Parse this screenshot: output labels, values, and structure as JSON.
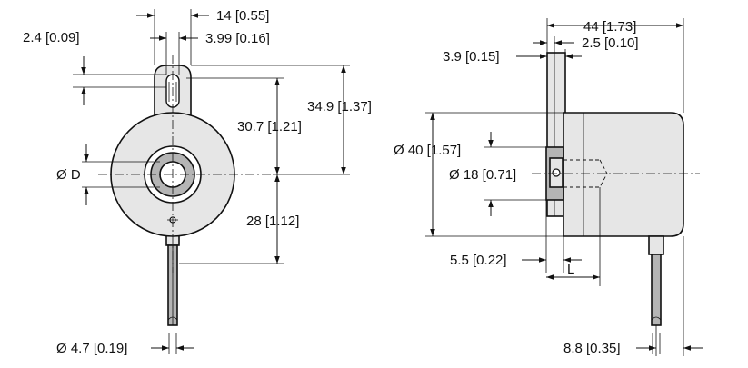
{
  "front_view": {
    "dim_tab_width": "14 [0.55]",
    "dim_slot_width": "3.99 [0.16]",
    "dim_slot_offset": "2.4 [0.09]",
    "dim_slot_to_center": "34.9 [1.37]",
    "dim_screw_to_center": "30.7 [1.21]",
    "dim_bore": "Ø D",
    "dim_cable_offset": "28 [1.12]",
    "dim_cable_diameter": "Ø 4.7 [0.19]"
  },
  "side_view": {
    "dim_overall_length": "44 [1.73]",
    "dim_flange_thickness": "2.5 [0.10]",
    "dim_tab_offset": "3.9 [0.15]",
    "dim_body_diameter": "Ø 40 [1.57]",
    "dim_hub_diameter": "Ø 18 [0.71]",
    "dim_hub_depth": "5.5 [0.22]",
    "dim_shaft_length": "L",
    "dim_cable_offset": "8.8 [0.35]"
  }
}
